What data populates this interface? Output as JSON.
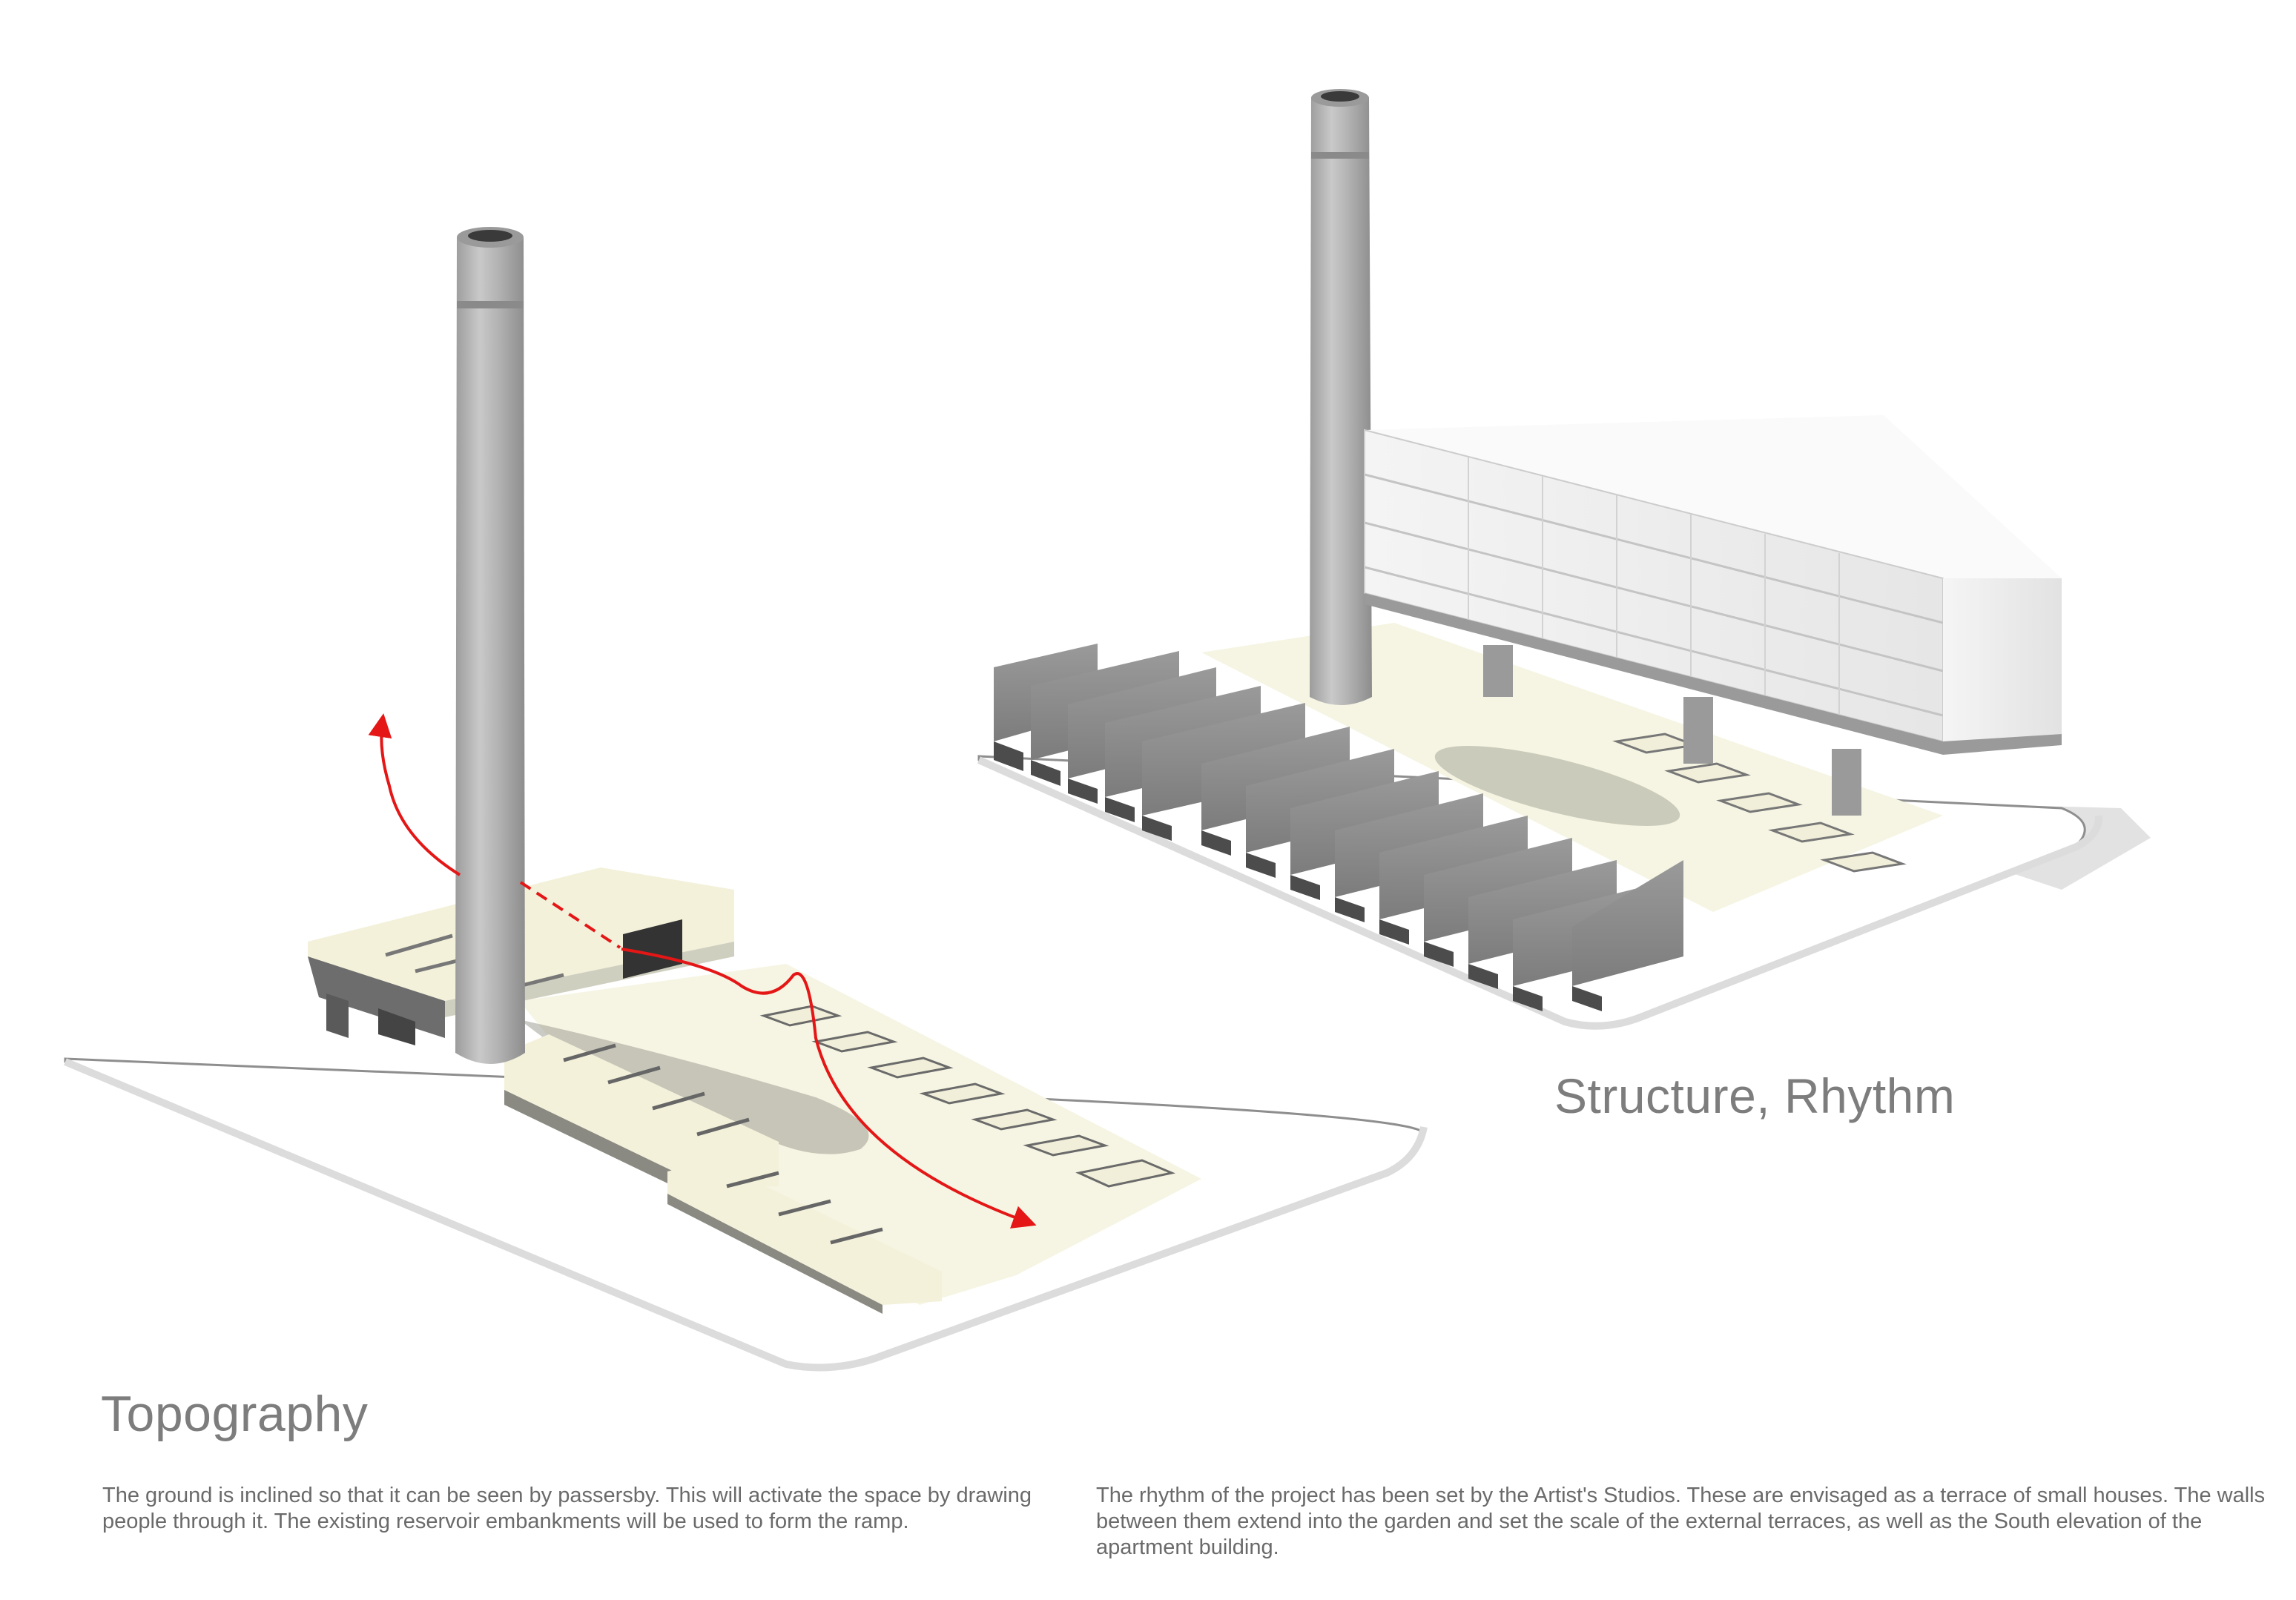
{
  "topography": {
    "title": "Topography",
    "description": "The ground is inclined so that it can be seen by passersby. This will activate the space by drawing people through it. The existing reservoir embankments will be used to form the ramp."
  },
  "structure": {
    "title": "Structure, Rhythm",
    "description": "The rhythm of the project has been set by the Artist's Studios. These are envisaged as a terrace of small houses. The walls between them extend into the garden and set the scale of the external terraces, as well as the South elevation of the apartment building."
  },
  "colors": {
    "heading": "#7d7d7d",
    "body_text": "#6a6a6a",
    "path_arrow": "#e41616",
    "ground_plaza": "#f6f5e3",
    "wall_grey": "#8a8a8a",
    "chimney_grey": "#b9b9b9"
  }
}
